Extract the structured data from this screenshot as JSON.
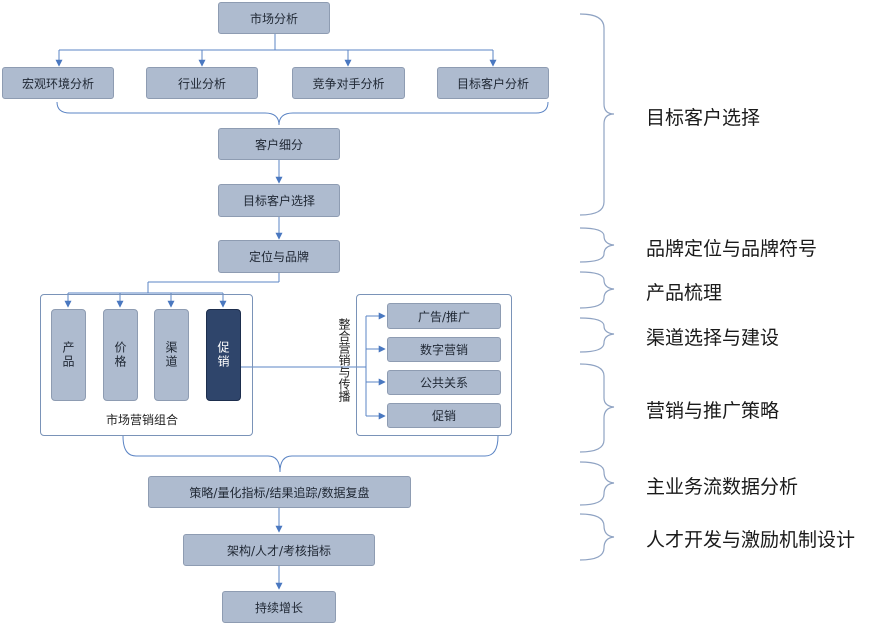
{
  "top": {
    "market_analysis": "市场分析"
  },
  "analysis": [
    "宏观环境分析",
    "行业分析",
    "竞争对手分析",
    "目标客户分析"
  ],
  "segmentation": "客户细分",
  "target_selection": "目标客户选择",
  "positioning": "定位与品牌",
  "mix": {
    "items": [
      "产品",
      "价格",
      "渠道",
      "促销"
    ],
    "caption": "市场营销组合"
  },
  "imc": {
    "vertical_label": "整合营销与传播",
    "items": [
      "广告/推广",
      "数字营销",
      "公共关系",
      "促销"
    ]
  },
  "strategy": "策略/量化指标/结果追踪/数据复盘",
  "org": "架构/人才/考核指标",
  "growth": "持续增长",
  "right_labels": [
    "目标客户选择",
    "品牌定位与品牌符号",
    "产品梳理",
    "渠道选择与建设",
    "营销与推广策略",
    "主业务流数据分析",
    "人才开发与激励机制设计"
  ],
  "colors": {
    "box": "#aebbcf",
    "dark_box": "#2f456b",
    "line": "#6f8fbf",
    "bracket": "#8fa3c3"
  }
}
